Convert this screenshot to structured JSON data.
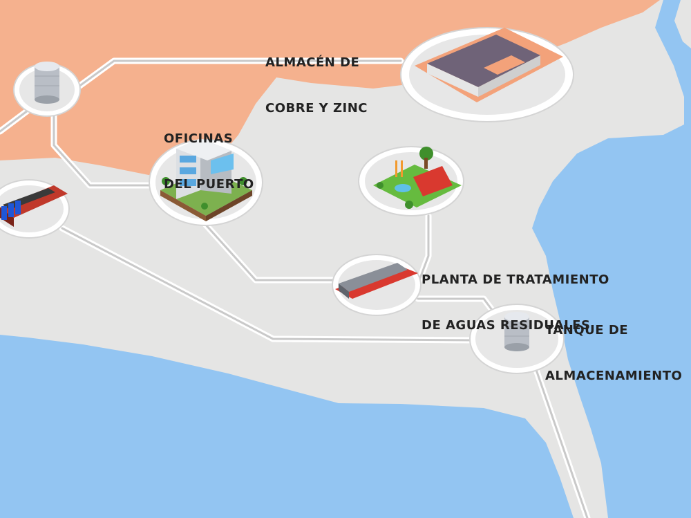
{
  "colors": {
    "water": "#93c5f2",
    "land": "#e5e5e4",
    "industrial_zone": "#f5b18e",
    "route": "#c9c9c9",
    "route_edge": "#ffffff",
    "node_ring": "#ffffff",
    "node_fill": "#e7e7e7",
    "label_text": "#222222"
  },
  "labels": {
    "almacen_line1": "ALMACÉN DE",
    "almacen_line2": "COBRE Y ZINC",
    "oficinas_line1": "OFICINAS",
    "oficinas_line2": "DEL PUERTO",
    "planta_line1": "PLANTA DE TRATAMIENTO",
    "planta_line2": "DE AGUAS RESIDUALES",
    "tanque_line1": "TANQUE DE",
    "tanque_line2": "ALMACENAMIENTO"
  },
  "nodes": [
    {
      "id": "silo-tank-node",
      "icon": "silo-icon"
    },
    {
      "id": "copper-zinc-warehouse-node",
      "icon": "warehouse-building-icon"
    },
    {
      "id": "port-offices-node",
      "icon": "office-building-icon"
    },
    {
      "id": "park-node",
      "icon": "park-icon"
    },
    {
      "id": "container-shed-node",
      "icon": "container-shed-icon"
    },
    {
      "id": "wastewater-plant-node",
      "icon": "treatment-plant-icon"
    },
    {
      "id": "storage-tank-node",
      "icon": "storage-tank-icon"
    }
  ]
}
